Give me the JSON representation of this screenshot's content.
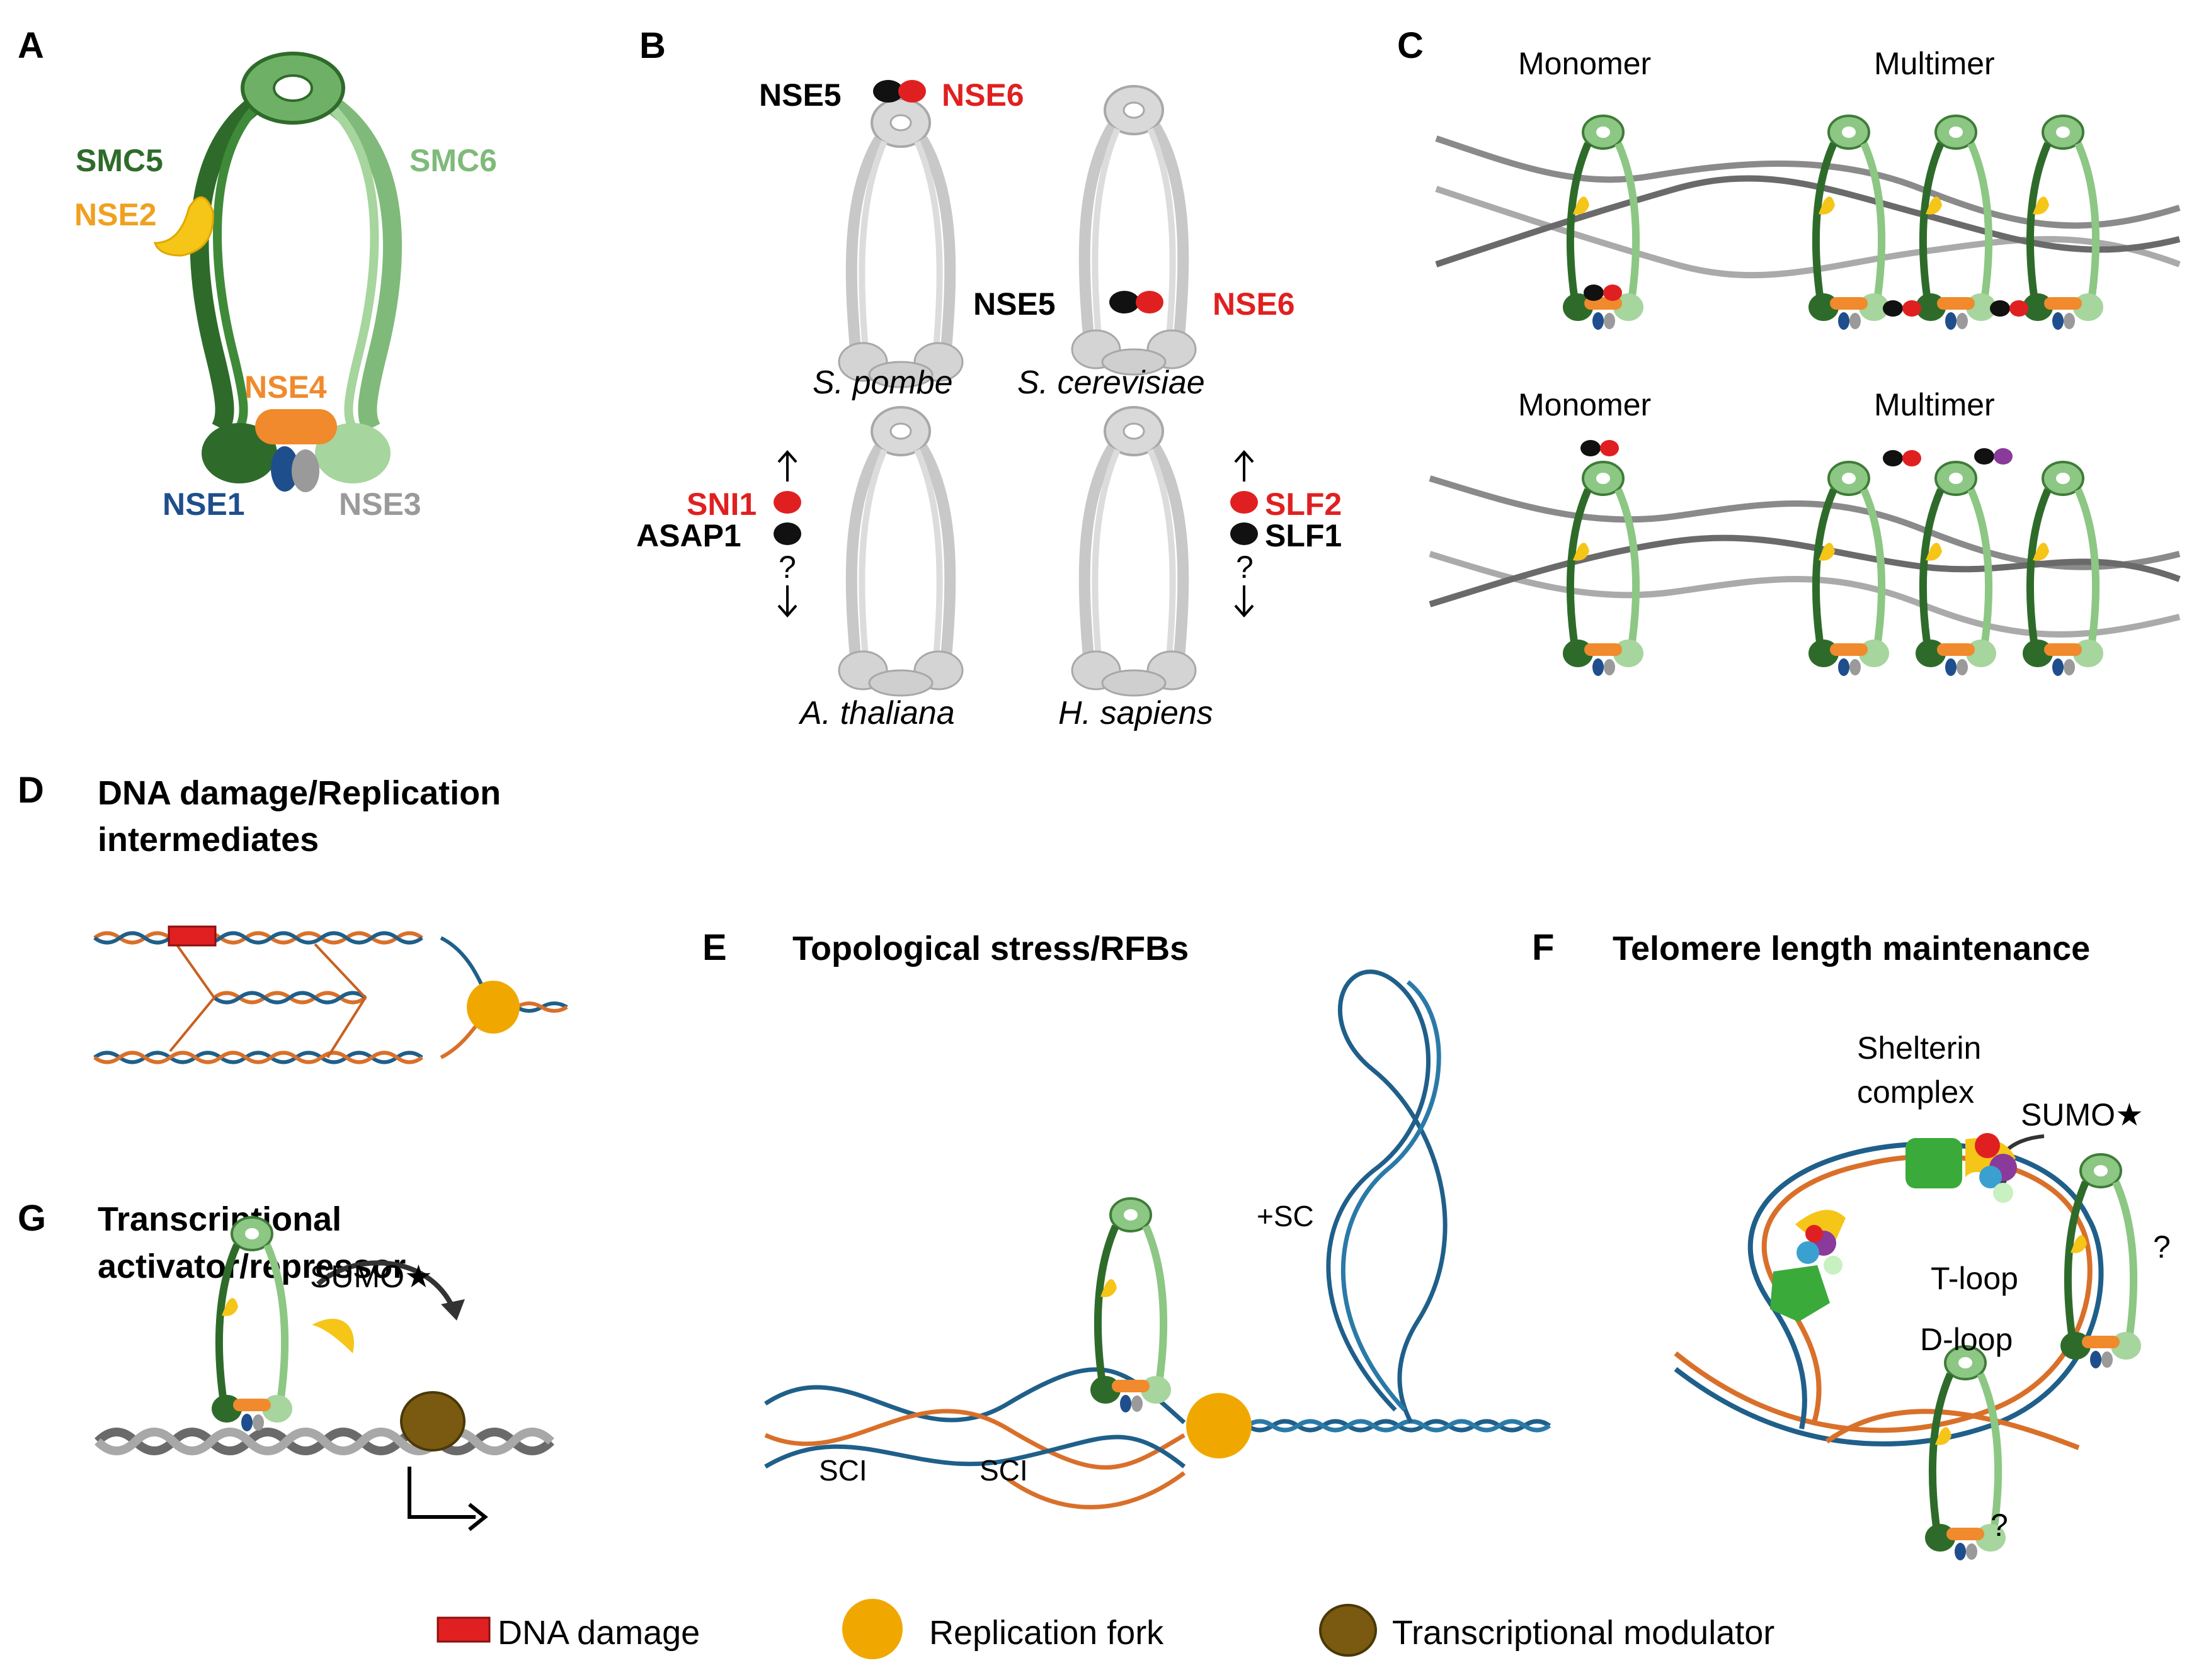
{
  "panels": {
    "A": {
      "letter": "A",
      "labels": {
        "smc5": "SMC5",
        "smc6": "SMC6",
        "nse2": "NSE2",
        "nse4": "NSE4",
        "nse1": "NSE1",
        "nse3": "NSE3"
      }
    },
    "B": {
      "letter": "B",
      "pombe": {
        "species": "S. pombe",
        "nse5": "NSE5",
        "nse6": "NSE6"
      },
      "cerevisiae": {
        "species": "S. cerevisiae",
        "nse5": "NSE5",
        "nse6": "NSE6"
      },
      "thaliana": {
        "species": "A. thaliana",
        "red": "SNI1",
        "black": "ASAP1",
        "q": "?"
      },
      "sapiens": {
        "species": "H. sapiens",
        "red": "SLF2",
        "black": "SLF1",
        "q": "?"
      }
    },
    "C": {
      "letter": "C",
      "top": {
        "monomer": "Monomer",
        "multimer": "Multimer"
      },
      "bottom": {
        "monomer": "Monomer",
        "multimer": "Multimer"
      }
    },
    "D": {
      "letter": "D",
      "title_line1": "DNA damage/Replication",
      "title_line2": "intermediates"
    },
    "E": {
      "letter": "E",
      "title": "Topological stress/RFBs",
      "sc_plus": "+SC",
      "sci_1": "SCI",
      "sci_2": "SCI"
    },
    "F": {
      "letter": "F",
      "title": "Telomere length maintenance",
      "shelterin_1": "Shelterin",
      "shelterin_2": "complex",
      "sumo": "SUMO★",
      "tloop": "T-loop",
      "dloop": "D-loop",
      "q1": "?",
      "q2": "?"
    },
    "G": {
      "letter": "G",
      "title_line1": "Transcriptional",
      "title_line2": "activator/repressor",
      "sumo": "SUMO★"
    }
  },
  "legend": {
    "damage": "DNA damage",
    "fork": "Replication fork",
    "modulator": "Transcriptional modulator"
  },
  "colors": {
    "smc5": "#2e6b2a",
    "smc6": "#7fba7a",
    "nse2": "#f5c518",
    "nse4": "#f08a2c",
    "nse1": "#1f4e8c",
    "nse3": "#9a9a9a",
    "nse5": "#111111",
    "nse6": "#e02020",
    "red_label": "#e02020",
    "smc5_label": "#2e6b2a",
    "smc6_label": "#7fba7a",
    "nse2_label": "#f0a020",
    "nse4_label": "#f08a2c",
    "nse1_label": "#1f4e8c",
    "nse3_label": "#9a9a9a",
    "fork": "#f0a800",
    "modulator": "#7a5a10",
    "damage": "#e02020",
    "dna_blue": "#1f5f8a",
    "dna_orange": "#d9702a",
    "dna_grey": "#6a6a6a"
  }
}
